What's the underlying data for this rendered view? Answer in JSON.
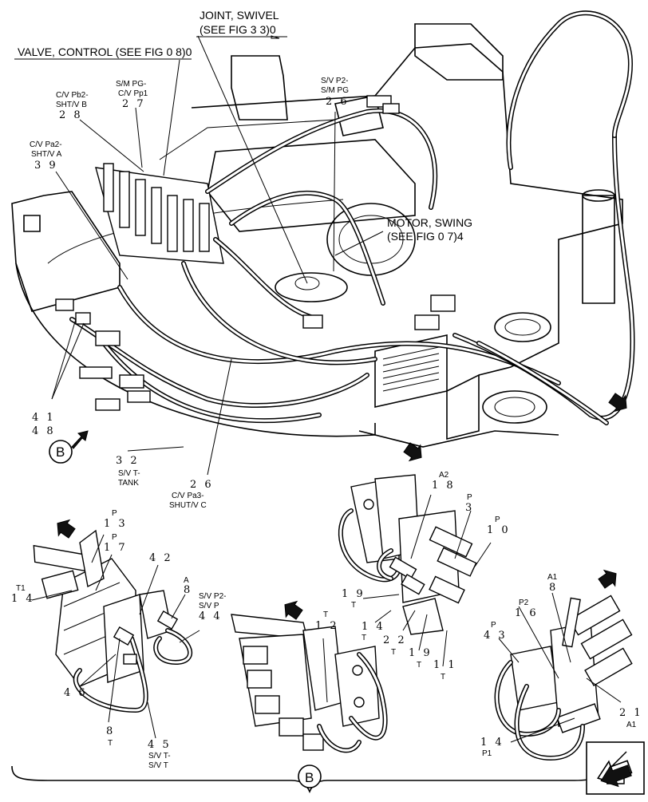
{
  "titles": {
    "valve_control": "VALVE, CONTROL (SEE FIG 0 8)0",
    "joint_swivel_1": "JOINT, SWIVEL",
    "joint_swivel_2": "(SEE FIG 3 3)0",
    "motor_swing_1": "MOTOR, SWING",
    "motor_swing_2": "(SEE FIG 0 7)4"
  },
  "callouts_top": [
    {
      "text1": "C/V Pb2-",
      "text2": "SHT/V B",
      "num": "2 8"
    },
    {
      "text1": "S/M PG-",
      "text2": "C/V Pp1",
      "num": "2 7"
    },
    {
      "text1": "C/V Pa2-",
      "text2": "SHT/V A",
      "num": "3 9"
    },
    {
      "text1": "S/V P2-",
      "text2": "S/M PG",
      "num": "2 6"
    },
    {
      "num": "4 1"
    },
    {
      "num": "4 8"
    },
    {
      "num": "3 2",
      "text1": "S/V T-",
      "text2": "TANK"
    },
    {
      "num": "2 6",
      "text1": "C/V Pa3-",
      "text2": "SHUT/V C"
    }
  ],
  "callouts_left_detail": [
    {
      "text": "P",
      "num": "1 3"
    },
    {
      "text": "P",
      "num": "1 7"
    },
    {
      "text": "T1",
      "num": "1 4"
    },
    {
      "num": "4 2"
    },
    {
      "text": "A",
      "num": "8"
    },
    {
      "text1": "S/V P2-",
      "text2": "S/V P",
      "num": "4 4"
    },
    {
      "num": "4 6"
    },
    {
      "num": "8",
      "text": "T"
    },
    {
      "num": "4 5",
      "text1": "S/V T-",
      "text2": "S/V T"
    }
  ],
  "callouts_center_detail": [
    {
      "text": "A2",
      "num": "1 8"
    },
    {
      "text": "P",
      "num": "3"
    },
    {
      "text": "P",
      "num": "1 0"
    },
    {
      "num": "1 9",
      "text": "T"
    },
    {
      "num": "1 2",
      "text": "T"
    },
    {
      "num": "1 4",
      "text": "T"
    },
    {
      "num": "2 2",
      "text": "T"
    },
    {
      "num": "1 9",
      "text": "T"
    },
    {
      "num": "1 1",
      "text": "T"
    }
  ],
  "callouts_right_detail": [
    {
      "text": "A1",
      "num": "8"
    },
    {
      "text": "P2",
      "num": "1 6"
    },
    {
      "text": "P",
      "num": "4 3"
    },
    {
      "num": "2 1",
      "text": "A1"
    },
    {
      "num": "1 4",
      "text": "P1"
    }
  ],
  "view_label": "B",
  "bottom_view_label": "B"
}
